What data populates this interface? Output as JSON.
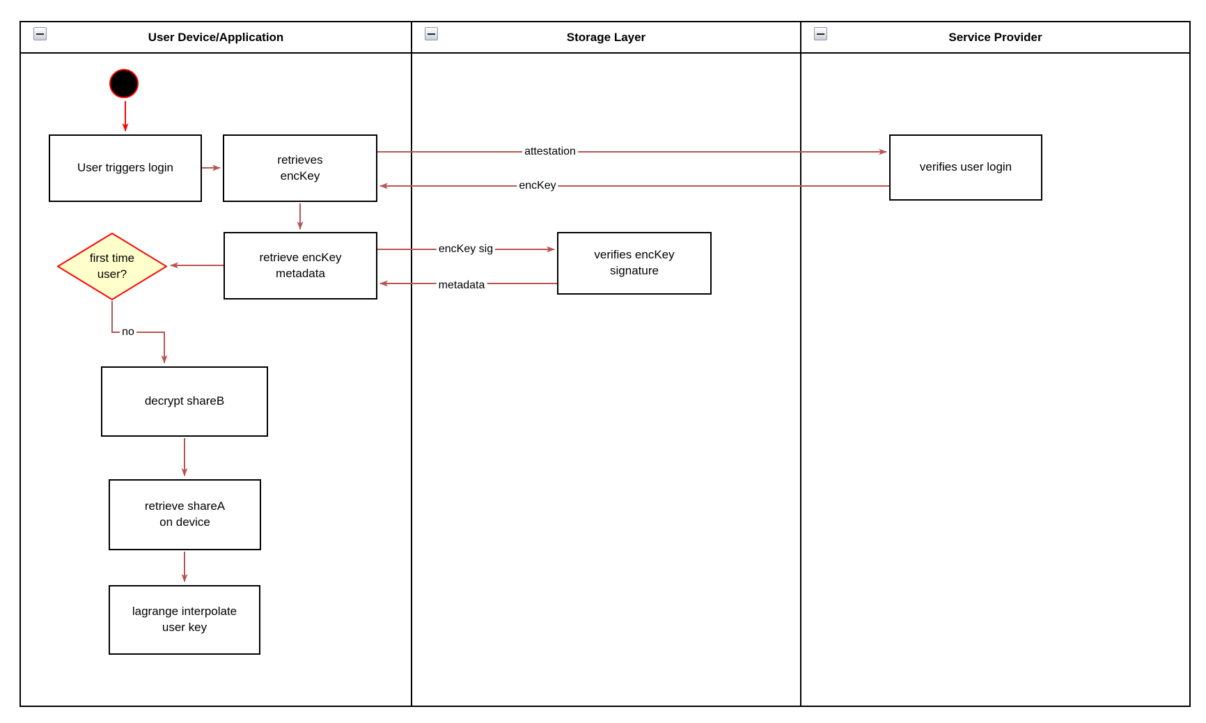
{
  "colors": {
    "arrow": "#B85450",
    "accent_red": "#FF0000",
    "decision_fill": "#FFFFCC",
    "decision_border": "#FF0000",
    "node_border": "#000000",
    "node_fill": "#FFFFFF"
  },
  "lanes": [
    {
      "title": "User Device/Application"
    },
    {
      "title": "Storage Layer"
    },
    {
      "title": "Service Provider"
    }
  ],
  "nodes": {
    "start": {
      "type": "initial-node"
    },
    "user_triggers_login": {
      "label": "User triggers login"
    },
    "retrieves_enckey": {
      "label": "retrieves\nencKey"
    },
    "verifies_user_login": {
      "label": "verifies user login"
    },
    "retrieve_enckey_metadata": {
      "label": "retrieve encKey\nmetadata"
    },
    "verifies_enckey_signature": {
      "label": "verifies encKey\nsignature"
    },
    "first_time_user": {
      "label": "first time\nuser?"
    },
    "decrypt_shareb": {
      "label": "decrypt shareB"
    },
    "retrieve_sharea": {
      "label": "retrieve shareA\non device"
    },
    "lagrange": {
      "label": "lagrange interpolate\nuser key"
    }
  },
  "edge_labels": {
    "attestation": "attestation",
    "enckey": "encKey",
    "enckey_sig": "encKey sig",
    "metadata": "metadata",
    "no": "no"
  }
}
